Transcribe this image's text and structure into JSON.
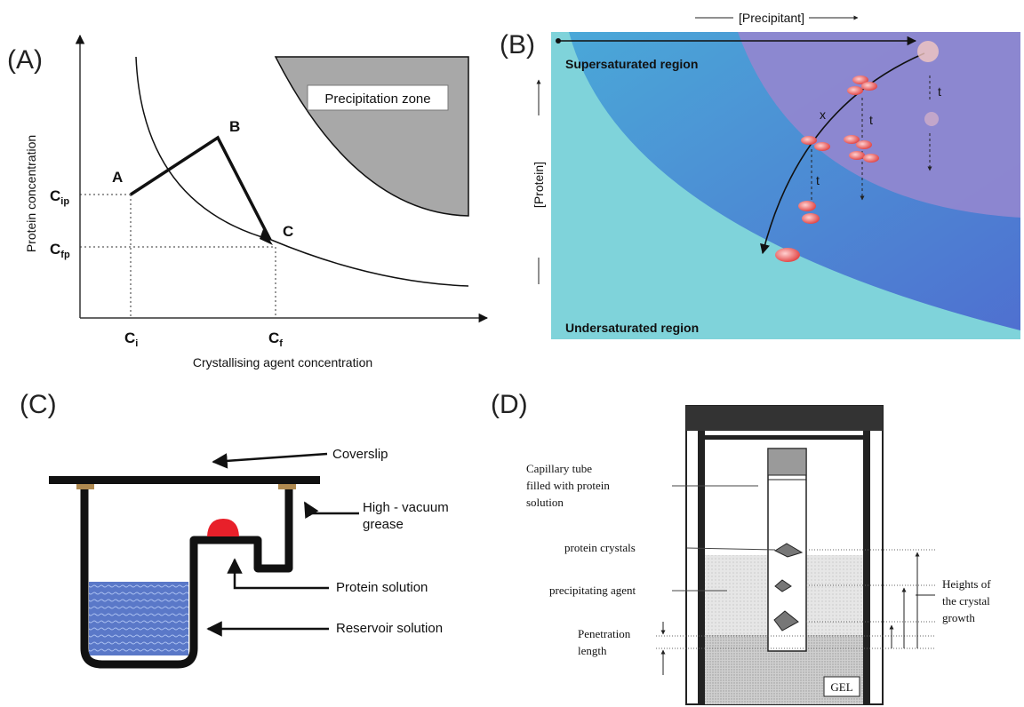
{
  "panels": {
    "a": {
      "letter": "(A)",
      "y_axis_label": "Protein concentration",
      "x_axis_label": "Crystallising agent concentration",
      "zone_label": "Precipitation zone",
      "point_a": "A",
      "point_b": "B",
      "point_c": "C",
      "y_tick_1": "C",
      "y_tick_1_sub": "ip",
      "y_tick_2": "C",
      "y_tick_2_sub": "fp",
      "x_tick_1": "C",
      "x_tick_1_sub": "i",
      "x_tick_2": "C",
      "x_tick_2_sub": "f"
    },
    "b": {
      "letter": "(B)",
      "top_axis": "[Precipitant]",
      "left_axis": "[Protein]",
      "super_label": "Supersaturated region",
      "under_label": "Undersaturated region",
      "x_mark": "x",
      "t1": "t",
      "t2": "t",
      "t3": "t"
    },
    "c": {
      "letter": "(C)",
      "coverslip": "Coverslip",
      "grease_1": "High - vacuum",
      "grease_2": "grease",
      "protein": "Protein solution",
      "reservoir": "Reservoir solution"
    },
    "d": {
      "letter": "(D)",
      "capillary_1": "Capillary tube",
      "capillary_2": "filled with protein",
      "capillary_3": "solution",
      "crystals": "protein crystals",
      "agent": "precipitating agent",
      "penetration_1": "Penetration",
      "penetration_2": "length",
      "heights_1": "Heights of",
      "heights_2": "the crystal",
      "heights_3": "growth",
      "gel": "GEL"
    }
  },
  "colors": {
    "precip_zone": "#a8a8a8",
    "super_region": "#8f87d0",
    "under_region": "#7fd3da",
    "reservoir": "#5577c8",
    "drop": "#e8202a",
    "crystal": "#e86060"
  }
}
